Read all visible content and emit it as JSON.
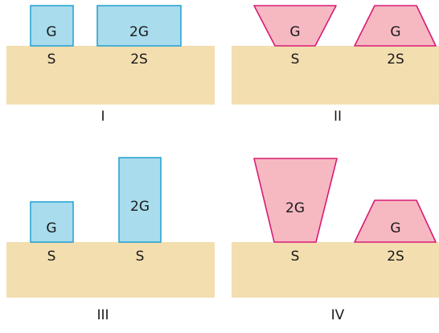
{
  "colors": {
    "ground": "#f3deb0",
    "block_fill": "#a9dcec",
    "block_stroke": "#2aa5d3",
    "trap_fill": "#f6b9c2",
    "trap_stroke": "#d81b74"
  },
  "panels": [
    {
      "label": "I",
      "objects": [
        {
          "weight": "G",
          "area": "S"
        },
        {
          "weight": "2G",
          "area": "2S"
        }
      ]
    },
    {
      "label": "II",
      "objects": [
        {
          "weight": "G",
          "area": "S"
        },
        {
          "weight": "G",
          "area": "2S"
        }
      ]
    },
    {
      "label": "III",
      "objects": [
        {
          "weight": "G",
          "area": "S"
        },
        {
          "weight": "2G",
          "area": "S"
        }
      ]
    },
    {
      "label": "IV",
      "objects": [
        {
          "weight": "2G",
          "area": "S"
        },
        {
          "weight": "G",
          "area": "2S"
        }
      ]
    }
  ]
}
